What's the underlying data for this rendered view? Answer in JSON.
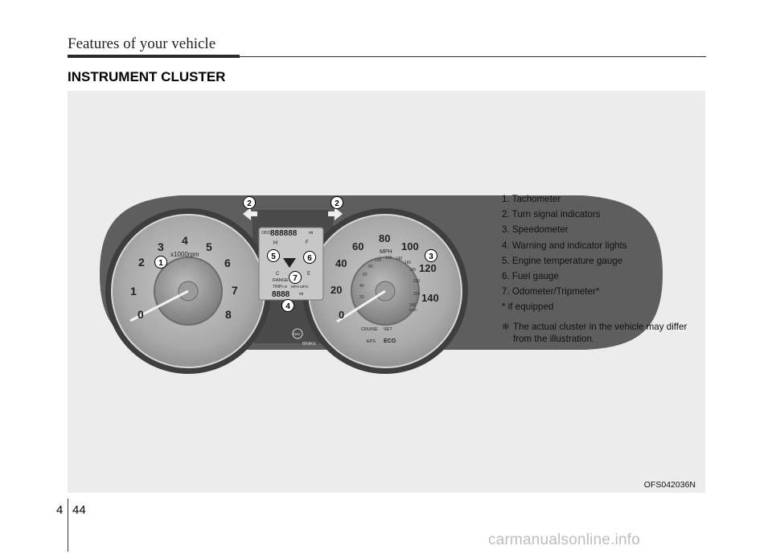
{
  "header": {
    "title": "Features of your vehicle"
  },
  "section": {
    "title": "INSTRUMENT CLUSTER"
  },
  "figure": {
    "code": "OFS042036N",
    "callouts": {
      "tach": "1",
      "turn_left": "2",
      "turn_right": "2",
      "speedo": "3",
      "warning": "4",
      "temp": "5",
      "fuel": "6",
      "odo": "7"
    },
    "tachometer": {
      "numbers": [
        "0",
        "1",
        "2",
        "3",
        "4",
        "5",
        "6",
        "7",
        "8"
      ],
      "unit": "x1000rpm"
    },
    "speedometer": {
      "numbers": [
        "0",
        "20",
        "40",
        "60",
        "80",
        "100",
        "120",
        "140"
      ],
      "unit": "MPH",
      "inner": [
        "20",
        "40",
        "60",
        "80",
        "100",
        "120",
        "140",
        "160",
        "180",
        "200",
        "220",
        "240"
      ],
      "inner_unit": "km/h",
      "labels": {
        "cruise": "CRUISE",
        "set": "SET",
        "eps": "EPS",
        "eco": "ECO"
      }
    },
    "lcd": {
      "odo": "ODO",
      "odo_digits": "888888",
      "odo_unit": "mi",
      "range": "RANGE",
      "trip": "TRIP",
      "trip_ab": "A B",
      "mpg": "MPH MPG",
      "trip_digits": "8888",
      "trip_unit": "mi",
      "hot": "H",
      "cold": "C",
      "full": "F",
      "empty": "E"
    },
    "indicators": {
      "brake": "BRAKE",
      "abs": "ABS"
    }
  },
  "legend": {
    "items": [
      "1. Tachometer",
      "2. Turn signal indicators",
      "3. Speedometer",
      "4. Warning and indicator lights",
      "5. Engine temperature gauge",
      "6. Fuel gauge",
      "7. Odometer/Tripmeter*",
      "* if equipped"
    ],
    "note_mark": "❈",
    "note": "The actual cluster in the vehicle may differ from the illustration."
  },
  "footer": {
    "chapter": "4",
    "page": "44",
    "watermark": "carmanualsonline.info"
  }
}
